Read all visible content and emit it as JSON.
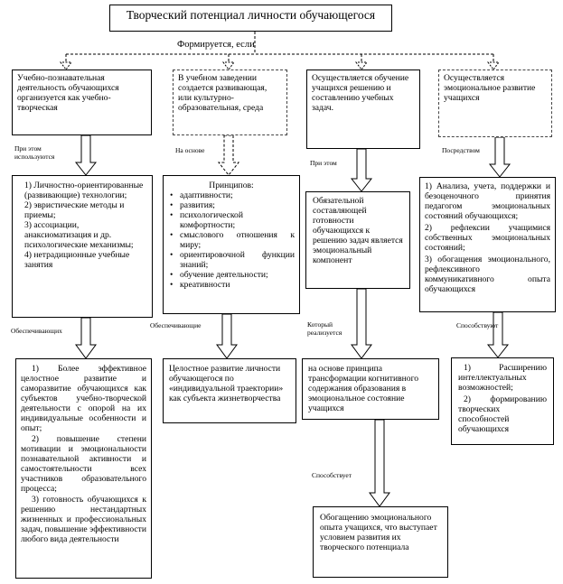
{
  "title": "Творческий потенциал личности обучающегося",
  "formed_if": "Формируется, если",
  "conditions": [
    "Учебно-познавательная деятельность обучающихся организуется как учебно-творческая",
    "В учебном заведении создается развивающая, или культурно-образовательная, среда",
    "Осуществляется обучение учащихся решению и составлению учебных задач.",
    "Осуществляется эмоциональное развитие учащихся"
  ],
  "edge_labels": {
    "used": "При этом используются",
    "based_on": "На основе",
    "while": "При этом",
    "through": "Посредством",
    "ensure1": "Обеспечивающих",
    "ensure2": "Обеспечивающие",
    "realized": "Который реализуется",
    "promotes1": "Способствуют",
    "promotes2": "Способствует"
  },
  "methods": [
    "1) Личностно-ориентированные (развивающие) технологии;",
    "2) эвристические методы и приемы;",
    "3) ассоциации, анаксиоматизация и др. психологические механизмы;",
    "4) нетрадиционные учебные занятия"
  ],
  "principles": {
    "head": "Принципов:",
    "items": [
      "адаптивности;",
      "развития;",
      "психологической комфортности;",
      "смыслового отношения к миру;",
      "ориентировочной функции знаний;",
      "обучение деятельности;",
      "креативности"
    ]
  },
  "emotion_component": "Обязательной составляющей готовности обучающихся к решению задач является эмоциональный компонент",
  "analysis": [
    "1) Анализа, учета, поддержки и безоценочного принятия педагогом эмоциональных состояний обучающихся;",
    "2) рефлексии учащимися собственных эмоциональных состояний;",
    "3) обогащения эмоционального, рефлексивного коммуникативного опыта обучающихся"
  ],
  "outcomes": [
    "1) Более эффективное целостное развитие и саморазвитие обучающихся как субъектов учебно-творческой деятельности с опорой на их индивидуальные особенности и опыт;",
    "2) повышение степени мотивации и эмоциональности познавательной активности и самостоятельности всех участников образовательного процесса;",
    "3) готовность обучающихся к решению нестандартных жизненных и профессиональных задач, повышение эффективности любого вида деятельности"
  ],
  "integral": "Целостное развитие личности обучающегося по «индивидуальной траектории» как субъекта жизнетворчества",
  "transform": "на основе принципа трансформации когнитивного содержания образования в эмоциональное состояние учащихся",
  "intellect": [
    "1) Расширению интеллектуальных возможностей;",
    "2) формированию творческих способностей обучающихся"
  ],
  "enrich": "Обогащению эмоционального опыта учащихся, что выступает условием развития их творческого потенциала"
}
